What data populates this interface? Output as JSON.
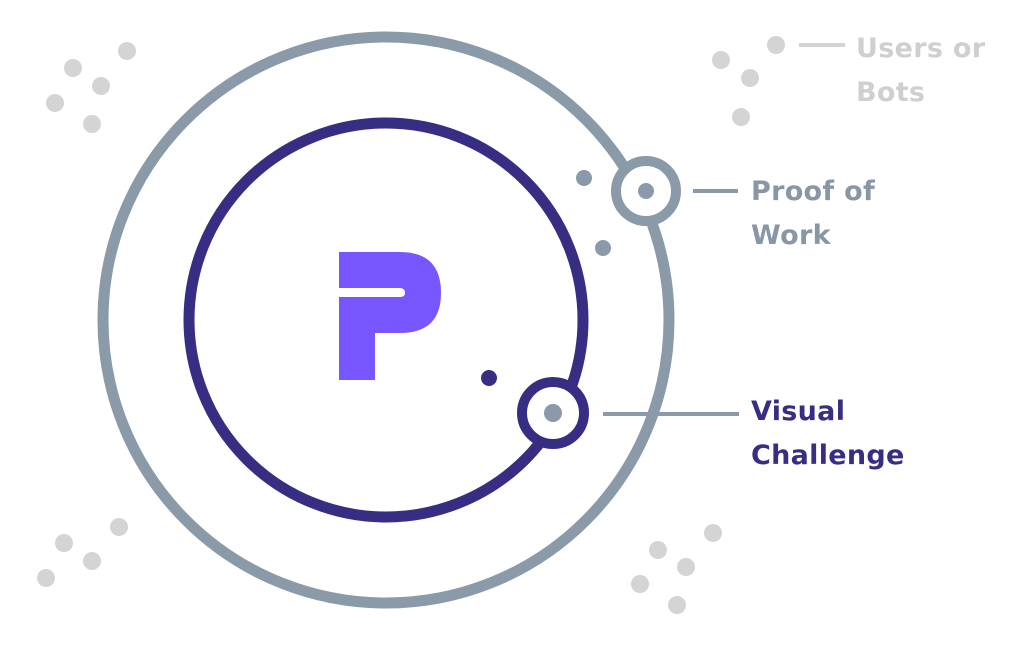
{
  "colors": {
    "outer_ring": "#8a9aa9",
    "inner_ring": "#372e83",
    "logo": "#7856ff",
    "dots_light": "#d4d4d4",
    "users_label": "#cfcfcf",
    "pow_label": "#8797a6",
    "visual_label": "#372e83"
  },
  "icons": {
    "logo": "p-letter-logo-icon"
  },
  "labels": {
    "users_bots": {
      "line1": "Users or",
      "line2": "Bots"
    },
    "proof_of_work": {
      "line1": "Proof of",
      "line2": "Work"
    },
    "visual_challenge": {
      "line1": "Visual",
      "line2": "Challenge"
    }
  }
}
